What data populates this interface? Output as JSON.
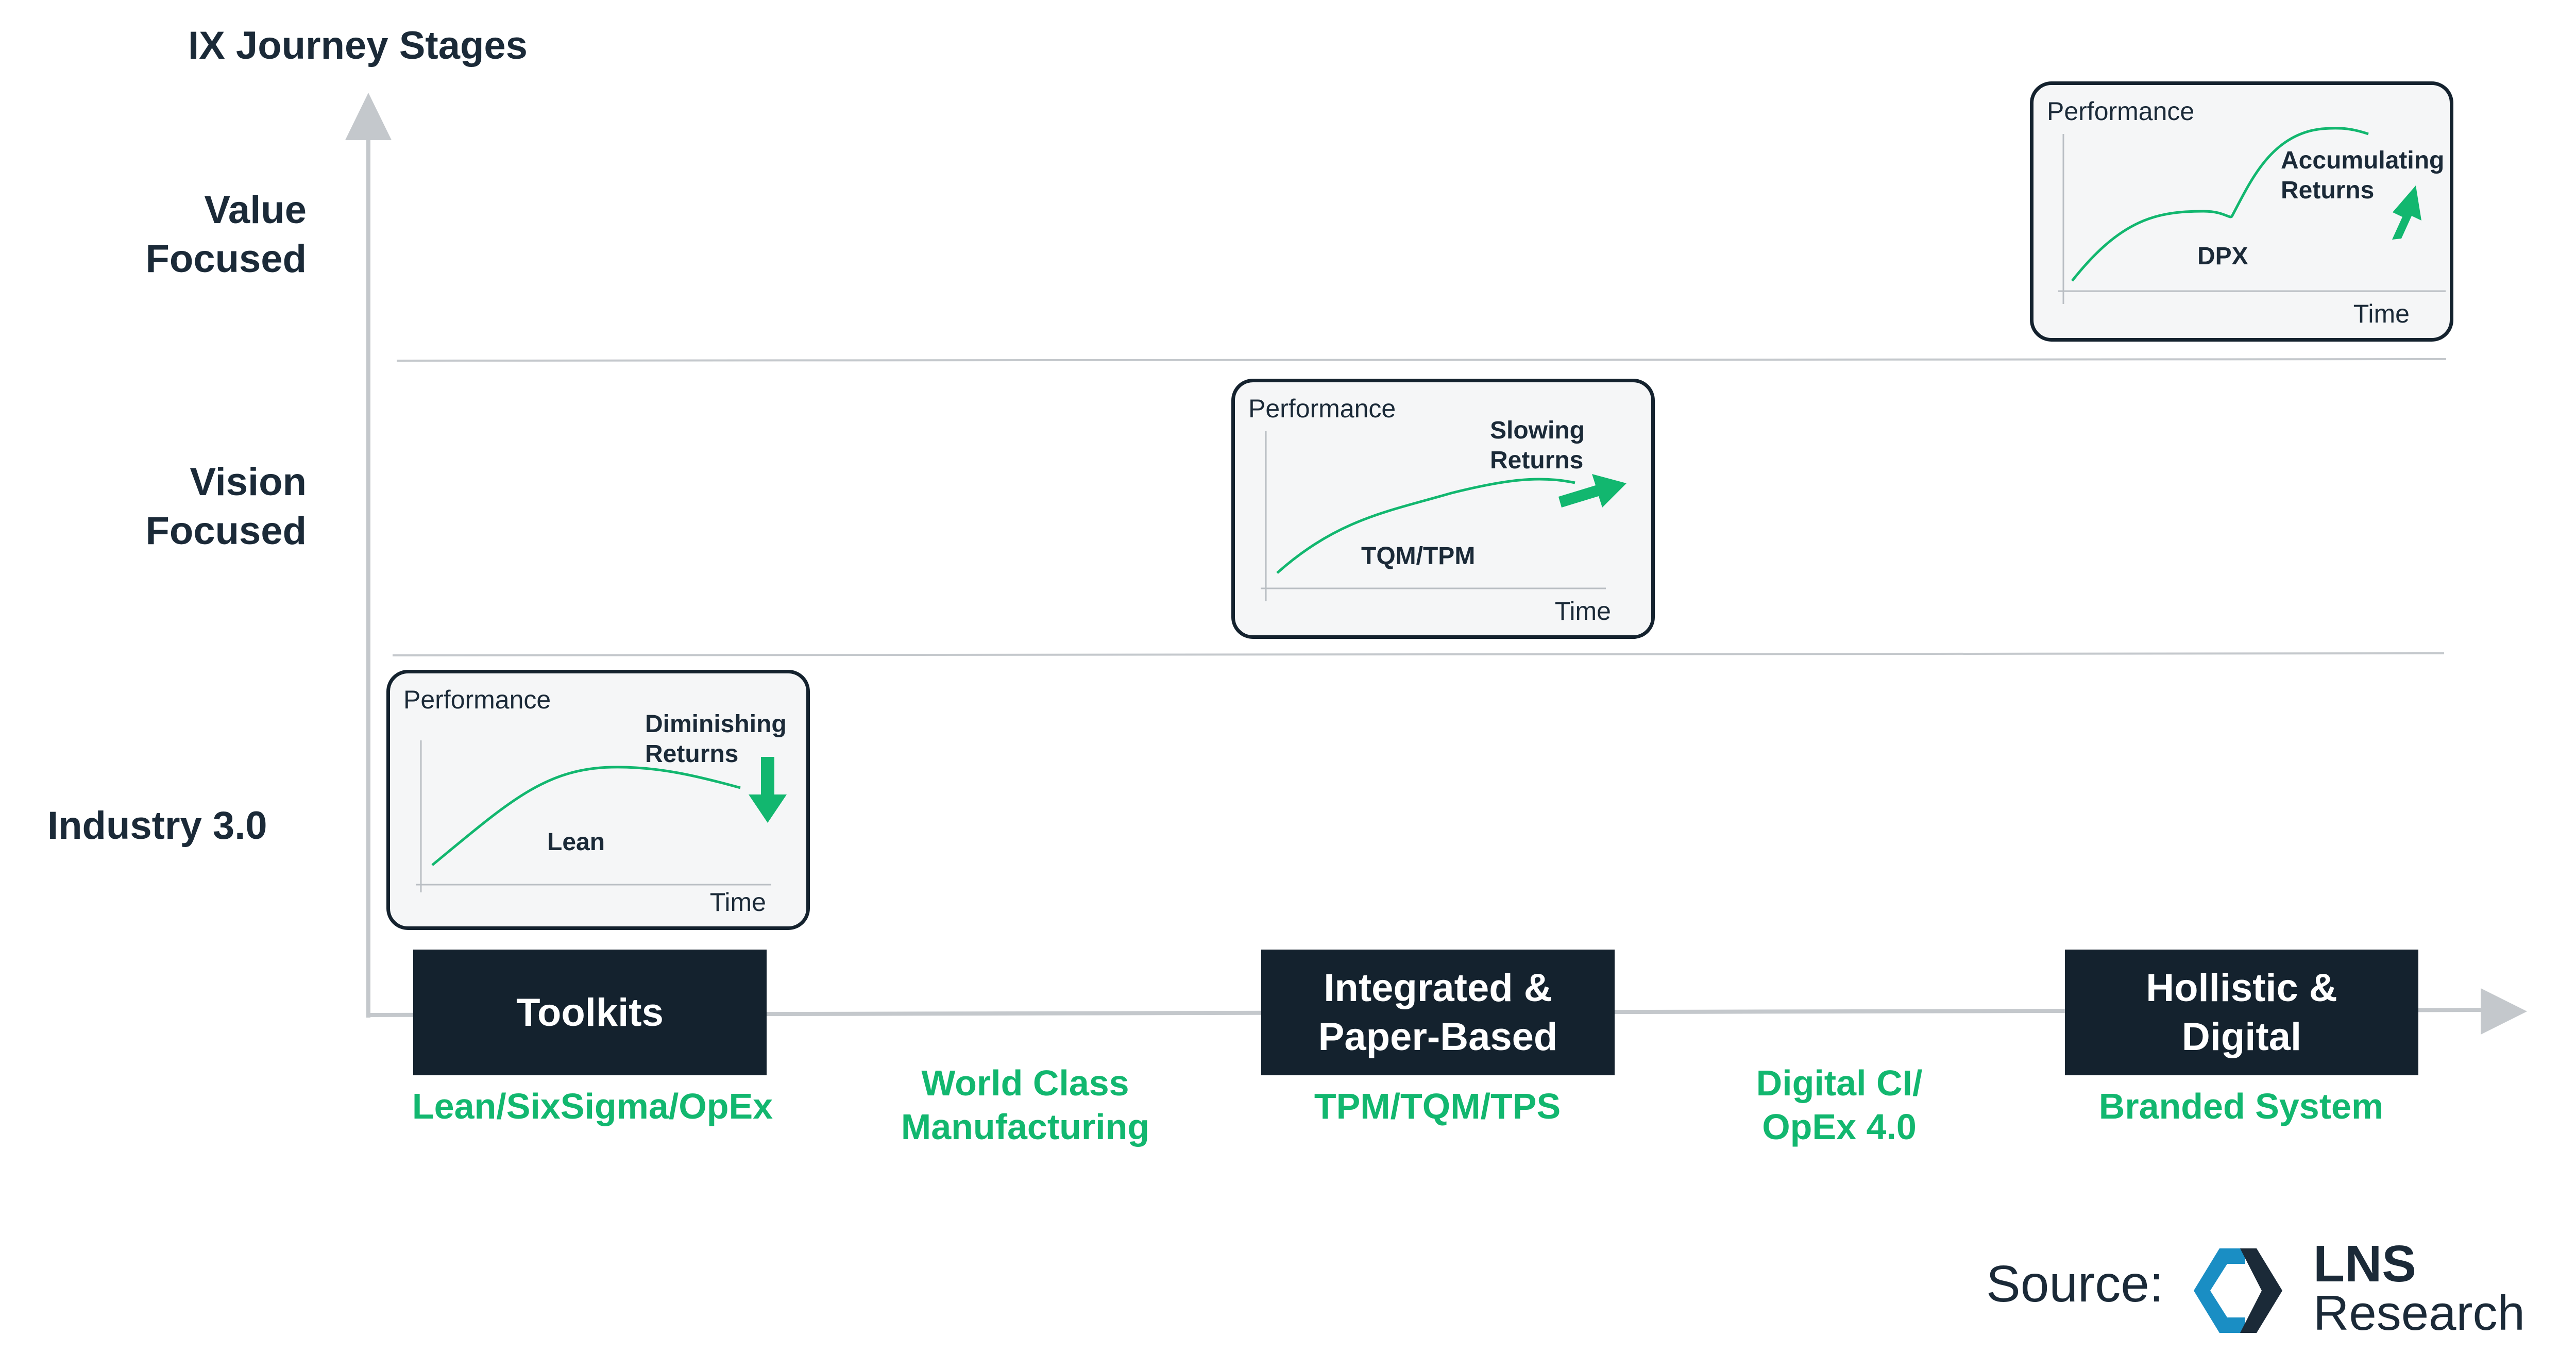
{
  "axis_title": "IX Journey Stages",
  "rows": {
    "value": [
      "Value",
      "Focused"
    ],
    "vision": [
      "Vision",
      "Focused"
    ],
    "industry": "Industry 3.0"
  },
  "stage_boxes": {
    "toolkits": [
      "Toolkits"
    ],
    "integrated": [
      "Integrated &",
      "Paper-Based"
    ],
    "holistic": [
      "Hollistic &",
      "Digital"
    ]
  },
  "green_labels": {
    "lean": [
      "Lean/SixSigma/OpEx"
    ],
    "wcm": [
      "World Class",
      "Manufacturing"
    ],
    "tpm": [
      "TPM/TQM/TPS"
    ],
    "digital": [
      "Digital CI/",
      "OpEx 4.0"
    ],
    "branded": [
      "Branded System"
    ]
  },
  "cards": {
    "lean": {
      "ylabel": "Performance",
      "xlabel": "Time",
      "callout": [
        "Diminishing",
        "Returns"
      ],
      "method": "Lean",
      "trend": "down"
    },
    "tqm": {
      "ylabel": "Performance",
      "xlabel": "Time",
      "callout": [
        "Slowing",
        "Returns"
      ],
      "method": "TQM/TPM",
      "trend": "right"
    },
    "dpx": {
      "ylabel": "Performance",
      "xlabel": "Time",
      "callout": [
        "Accumulating",
        "Returns"
      ],
      "method": "DPX",
      "trend": "up"
    }
  },
  "source": {
    "label": "Source:",
    "brand_line1": "LNS",
    "brand_line2": "Research"
  },
  "colors": {
    "dark": "#14222e",
    "green": "#12b76f",
    "axis": "#c4c8cc",
    "logo_blue": "#1a8ec4"
  }
}
